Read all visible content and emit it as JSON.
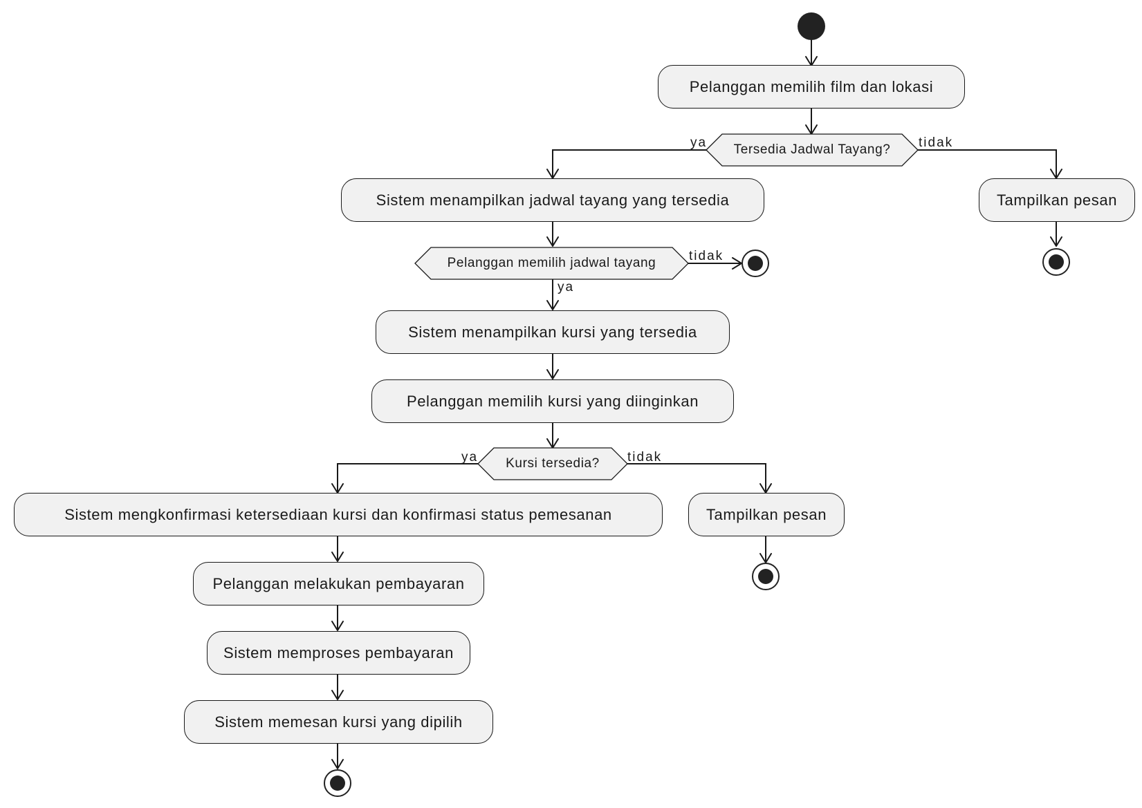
{
  "diagram": {
    "type": "activity",
    "activities": {
      "a1": "Pelanggan memilih film dan lokasi",
      "a2": "Sistem menampilkan jadwal tayang yang tersedia",
      "a3": "Tampilkan pesan",
      "a4": "Sistem menampilkan kursi yang tersedia",
      "a5": "Pelanggan memilih kursi yang diinginkan",
      "a6": "Sistem mengkonfirmasi ketersediaan kursi dan konfirmasi status pemesanan",
      "a7": "Tampilkan pesan",
      "a8": "Pelanggan melakukan pembayaran",
      "a9": "Sistem memproses pembayaran",
      "a10": "Sistem memesan kursi yang dipilih"
    },
    "decisions": {
      "d1": "Tersedia Jadwal Tayang?",
      "d2": "Pelanggan memilih jadwal tayang",
      "d3": "Kursi tersedia?"
    },
    "branch_labels": {
      "d1_yes": "ya",
      "d1_no": "tidak",
      "d2_no": "tidak",
      "d2_yes": "ya",
      "d3_yes": "ya",
      "d3_no": "tidak"
    }
  }
}
